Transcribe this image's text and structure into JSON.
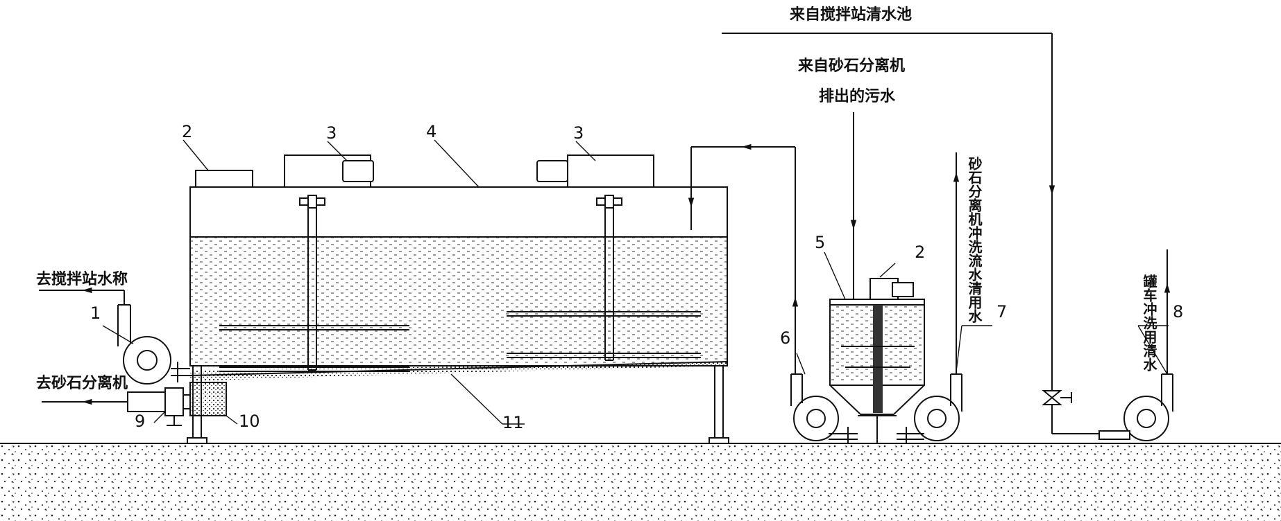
{
  "labels": {
    "to_mixing_station_scale": "去搅拌站水称",
    "to_sand_stone_separator": "去砂石分离机",
    "from_mixing_station_clear_pool": "来自搅拌站清水池",
    "from_separator_line1": "来自砂石分离机",
    "from_separator_line2": "排出的污水",
    "separator_flushing_water": "砂石分离机冲洗流水清用水",
    "truck_flushing_water": "罐车冲洗用清水"
  },
  "part_numbers": {
    "p1": "1",
    "p2_left": "2",
    "p3_left": "3",
    "p4": "4",
    "p3_right": "3",
    "p2_right": "2",
    "p5": "5",
    "p6": "6",
    "p7": "7",
    "p8": "8",
    "p9": "9",
    "p10": "10",
    "p11": "11"
  }
}
